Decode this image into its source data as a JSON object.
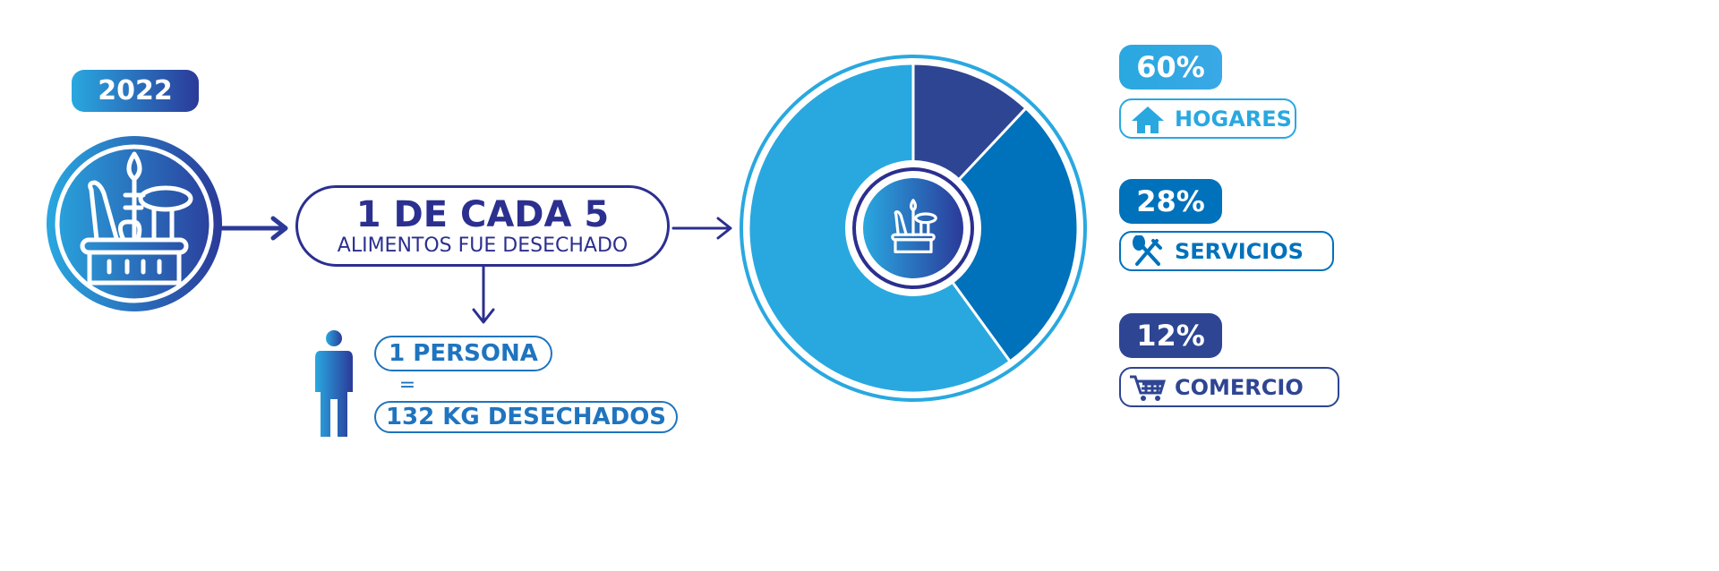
{
  "year_badge": "2022",
  "headline": {
    "main": "1 DE CADA 5",
    "sub": "ALIMENTOS FUE DESECHADO"
  },
  "per_person": {
    "line1": "1 PERSONA",
    "equals": "=",
    "line2": "132 KG DESECHADOS"
  },
  "colors": {
    "light": "#29a8e0",
    "mid": "#0071bb",
    "dark": "#2e4593",
    "navy": "#2b2f8f"
  },
  "chart_data": {
    "type": "pie",
    "title": "",
    "start": "top-clockwise",
    "slices": [
      {
        "label": "COMERCIO",
        "value": 12,
        "display": "12%",
        "color": "#2e4593",
        "icon": "cart-icon"
      },
      {
        "label": "SERVICIOS",
        "value": 28,
        "display": "28%",
        "color": "#0071bb",
        "icon": "fork-knife-icon"
      },
      {
        "label": "HOGARES",
        "value": 60,
        "display": "60%",
        "color": "#29a8e0",
        "icon": "house-icon"
      }
    ],
    "legend_position": "right"
  }
}
